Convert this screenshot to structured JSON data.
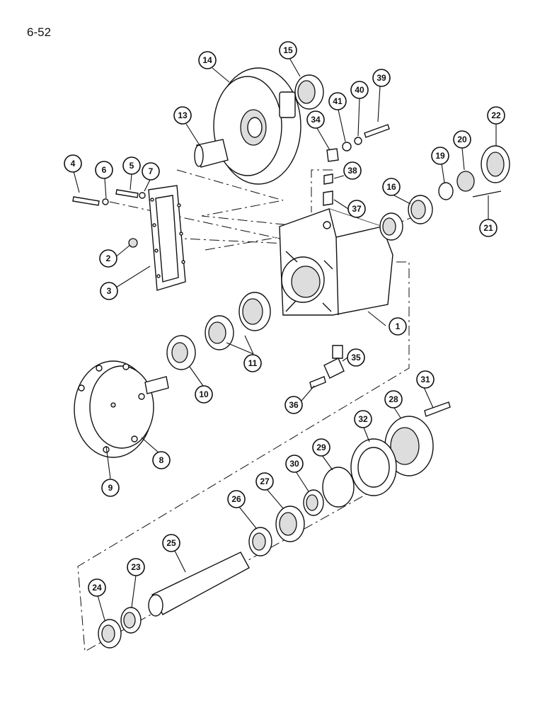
{
  "page": {
    "number": "6-52"
  },
  "callouts": [
    "1",
    "2",
    "3",
    "4",
    "5",
    "6",
    "7",
    "8",
    "9",
    "10",
    "11",
    "13",
    "14",
    "15",
    "16",
    "19",
    "20",
    "21",
    "22",
    "23",
    "24",
    "25",
    "26",
    "27",
    "28",
    "29",
    "30",
    "31",
    "32",
    "34",
    "35",
    "36",
    "37",
    "38",
    "39",
    "40",
    "41"
  ]
}
